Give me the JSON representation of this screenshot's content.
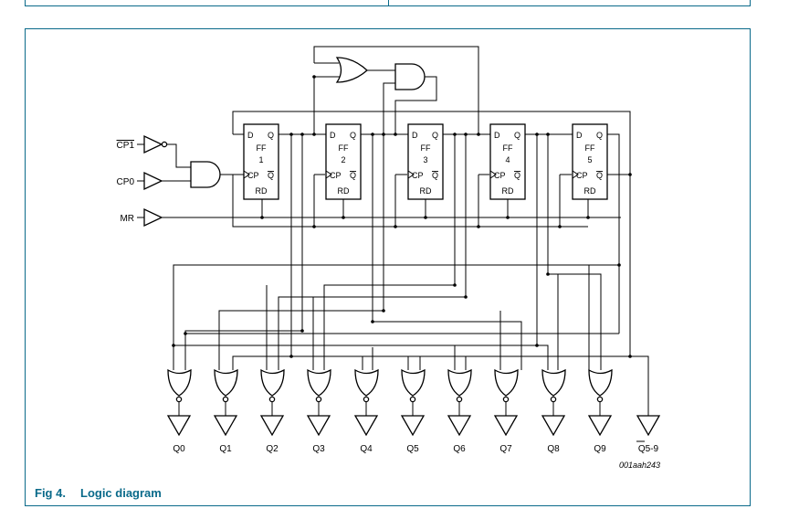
{
  "caption": {
    "number": "Fig 4.",
    "title": "Logic diagram"
  },
  "image_code": "001aah243",
  "inputs": [
    "CP1",
    "CP0",
    "MR"
  ],
  "flipflop": {
    "d": "D",
    "q": "Q",
    "ff": "FF",
    "cp": "CP",
    "qbar": "Q",
    "rd": "RD"
  },
  "flipflops": [
    "1",
    "2",
    "3",
    "4",
    "5"
  ],
  "outputs": [
    "Q0",
    "Q1",
    "Q2",
    "Q3",
    "Q4",
    "Q5",
    "Q6",
    "Q7",
    "Q8",
    "Q9",
    "Q5-9"
  ]
}
